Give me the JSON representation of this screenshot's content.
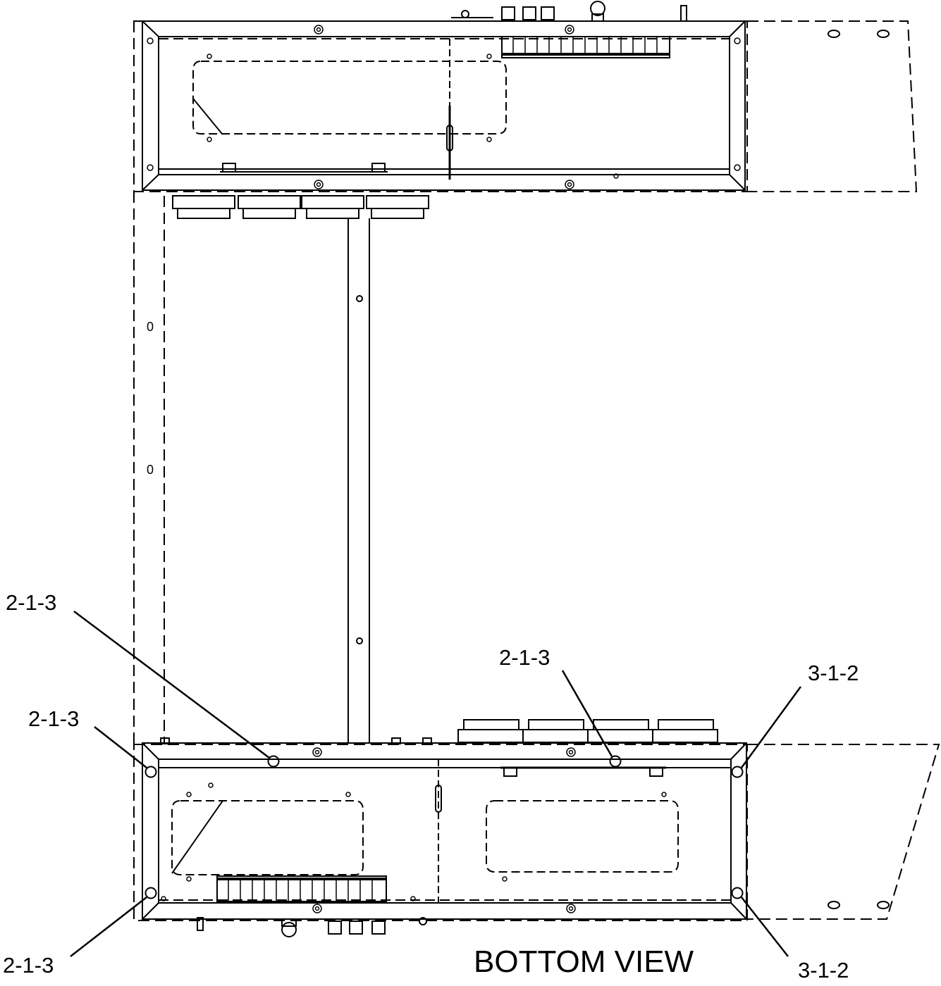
{
  "view_title": "BOTTOM VIEW",
  "callouts": [
    {
      "id": "c1",
      "text": "2-1-3"
    },
    {
      "id": "c2",
      "text": "2-1-3"
    },
    {
      "id": "c3",
      "text": "2-1-3"
    },
    {
      "id": "c4",
      "text": "2-1-3"
    },
    {
      "id": "c5",
      "text": "3-1-2"
    },
    {
      "id": "c6",
      "text": "3-1-2"
    }
  ],
  "hole_marks": [
    "0",
    "0"
  ]
}
